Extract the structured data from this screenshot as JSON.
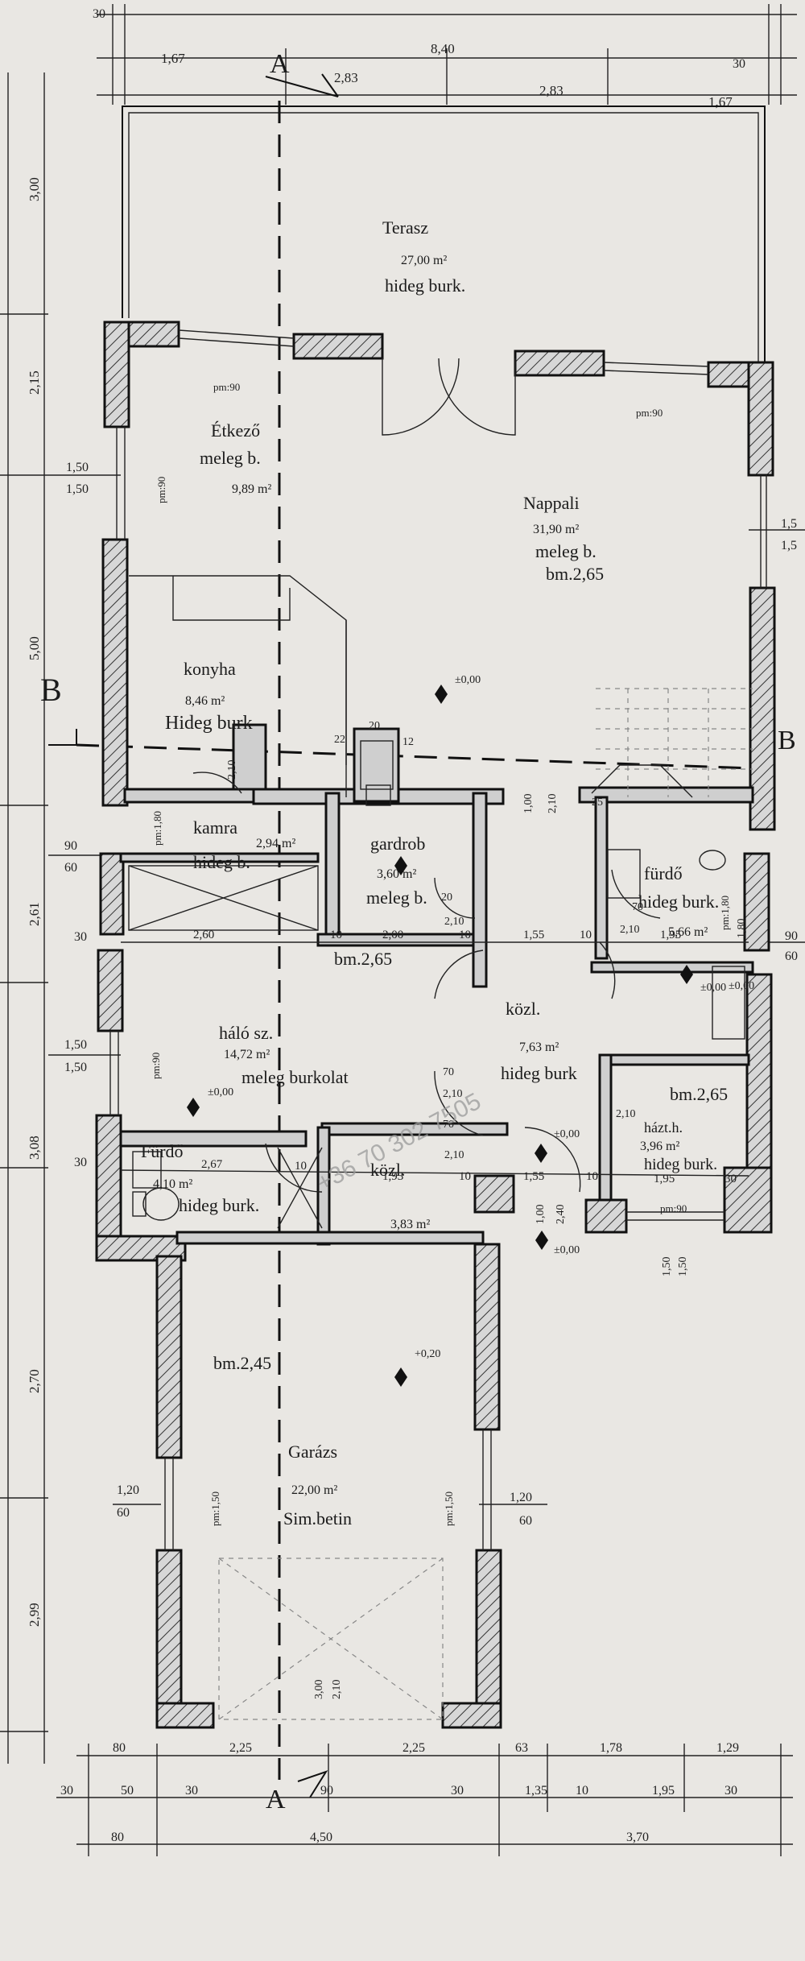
{
  "section_marks": {
    "a_top": "A",
    "a_bottom": "A",
    "b_left": "B",
    "b_right": "B"
  },
  "top_dims": {
    "row1": [
      "30",
      "8,40",
      "30"
    ],
    "row2": [
      "1,67",
      "2,83",
      "2,83",
      "1,67"
    ]
  },
  "left_dims": {
    "outer": [
      "3,00",
      "2,15",
      "5,00",
      "2,61",
      "3,08",
      "2,70",
      "2,99"
    ],
    "pairs": [
      [
        "1,50",
        "1,50"
      ],
      [
        "90",
        "60"
      ],
      [
        "30"
      ],
      [
        "1,50",
        "1,50"
      ],
      [
        "30"
      ],
      [
        "1,20",
        "60"
      ]
    ]
  },
  "right_dims": {
    "pairs": [
      [
        "1,5",
        "1,5"
      ],
      [
        "90",
        "60"
      ],
      [
        "1,20",
        "60"
      ]
    ]
  },
  "bottom_dims": {
    "row1": [
      "80",
      "2,25",
      "2,25",
      "63",
      "1,78",
      "1,29"
    ],
    "row2": [
      "30",
      "50",
      "30",
      "90",
      "30",
      "1,35",
      "10",
      "1,95",
      "30"
    ],
    "row3": [
      "80",
      "4,50",
      "3,70"
    ]
  },
  "rooms": {
    "terasz": {
      "name": "Terasz",
      "area": "27,00 m²",
      "finish": "hideg burk."
    },
    "etkezo": {
      "name": "Étkező",
      "finish": "meleg b.",
      "area": "9,89 m²"
    },
    "nappali": {
      "name": "Nappali",
      "area": "31,90 m²",
      "finish": "meleg b.",
      "height": "bm.2,65"
    },
    "konyha": {
      "name": "konyha",
      "area": "8,46 m²",
      "finish": "Hideg burk"
    },
    "kamra": {
      "name": "kamra",
      "area": "2,94 m²",
      "finish": "hideg b."
    },
    "gardrob": {
      "name": "gardrob",
      "area": "3,60 m²",
      "finish": "meleg b."
    },
    "furdo_r": {
      "name": "fürdő",
      "finish": "hideg burk.",
      "area": "5,66 m²"
    },
    "halo": {
      "name": "háló sz.",
      "area": "14,72 m²",
      "finish": "meleg burkolat"
    },
    "kozl1": {
      "name": "közl.",
      "area": "7,63 m²",
      "finish": "hideg burk"
    },
    "haztb": {
      "name": "házt.h.",
      "area": "3,96 m²",
      "finish": "hideg burk.",
      "height": "bm.2,65"
    },
    "furdo_l": {
      "name": "Fürdő",
      "area": "4,10 m²",
      "finish": "hideg burk."
    },
    "kozl2": {
      "name": "közl.",
      "area": "3,83 m²"
    },
    "garazs": {
      "name": "Garázs",
      "area": "22,00 m²",
      "finish": "Sim.betin",
      "height": "bm.2,45"
    }
  },
  "inner_dims": {
    "halo_row": [
      "2,60",
      "10",
      "2,00",
      "10",
      "1,55",
      "10",
      "1,95"
    ],
    "furdo_row": [
      "2,67",
      "10",
      "1,93",
      "10",
      "1,55",
      "10",
      "1,95",
      "30"
    ],
    "heights": [
      "bm.2,65"
    ],
    "door": [
      "20",
      "2,10",
      "70",
      "2,10",
      "70",
      "2,10",
      "2,10",
      "70",
      "2,10"
    ],
    "window_small": [
      "2,10",
      "1,00",
      "2,10",
      "1,00",
      "2,40",
      "1,80",
      "1,50",
      "1,50",
      "3,00",
      "2,10"
    ],
    "stair": [
      "25",
      "20",
      "12",
      "22"
    ],
    "parapet": [
      "pm:90",
      "pm:90",
      "pm:90",
      "pm:1,80",
      "pm:90",
      "pm:1,50",
      "pm:1,50",
      "pm:90",
      "pm:1,80"
    ],
    "levels": [
      "±0,00",
      "±0,00",
      "±0,00",
      "±0,00",
      "±0,00",
      "±0,00",
      "+0,20"
    ]
  },
  "watermark": "+36 70 302 7505"
}
